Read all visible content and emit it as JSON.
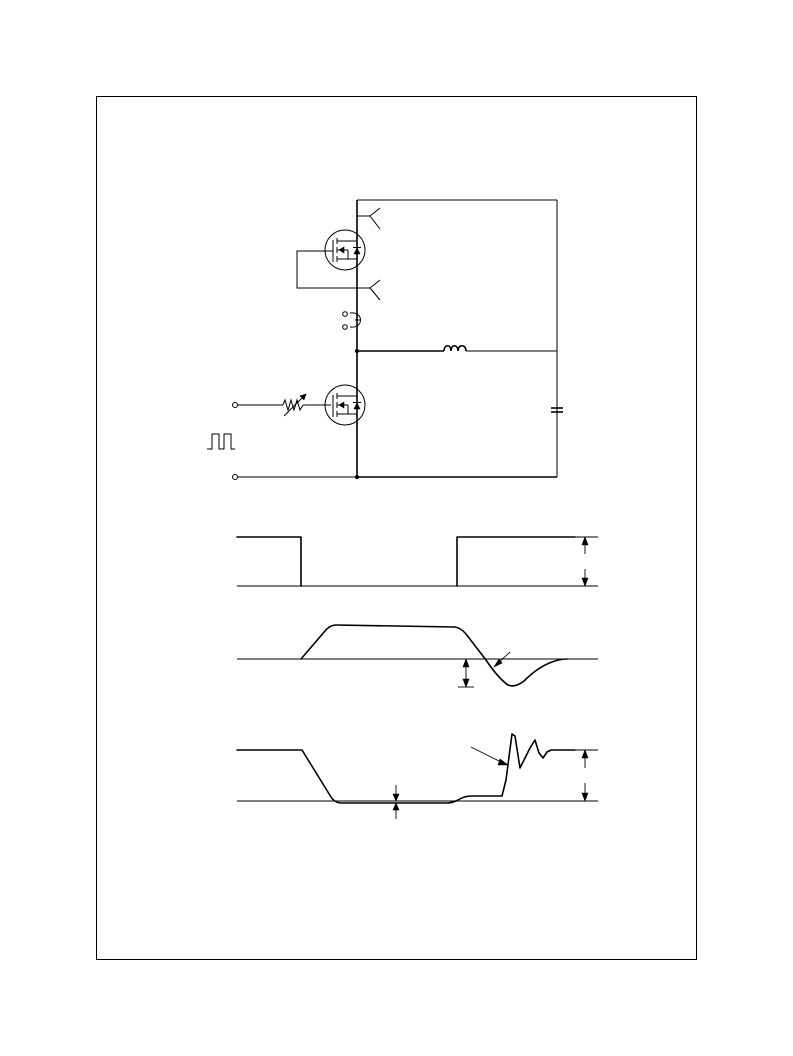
{
  "figure": {
    "border": true,
    "schematic": {
      "components": [
        "upper-mosfet-icon",
        "lower-mosfet-icon",
        "current-probe-icon",
        "inductor-icon",
        "variable-resistor-icon",
        "capacitor-icon",
        "pulse-generator-icon"
      ]
    },
    "waveforms": [
      "gate-drive-waveform",
      "upper-device-waveform",
      "lower-device-voltage-waveform"
    ]
  }
}
